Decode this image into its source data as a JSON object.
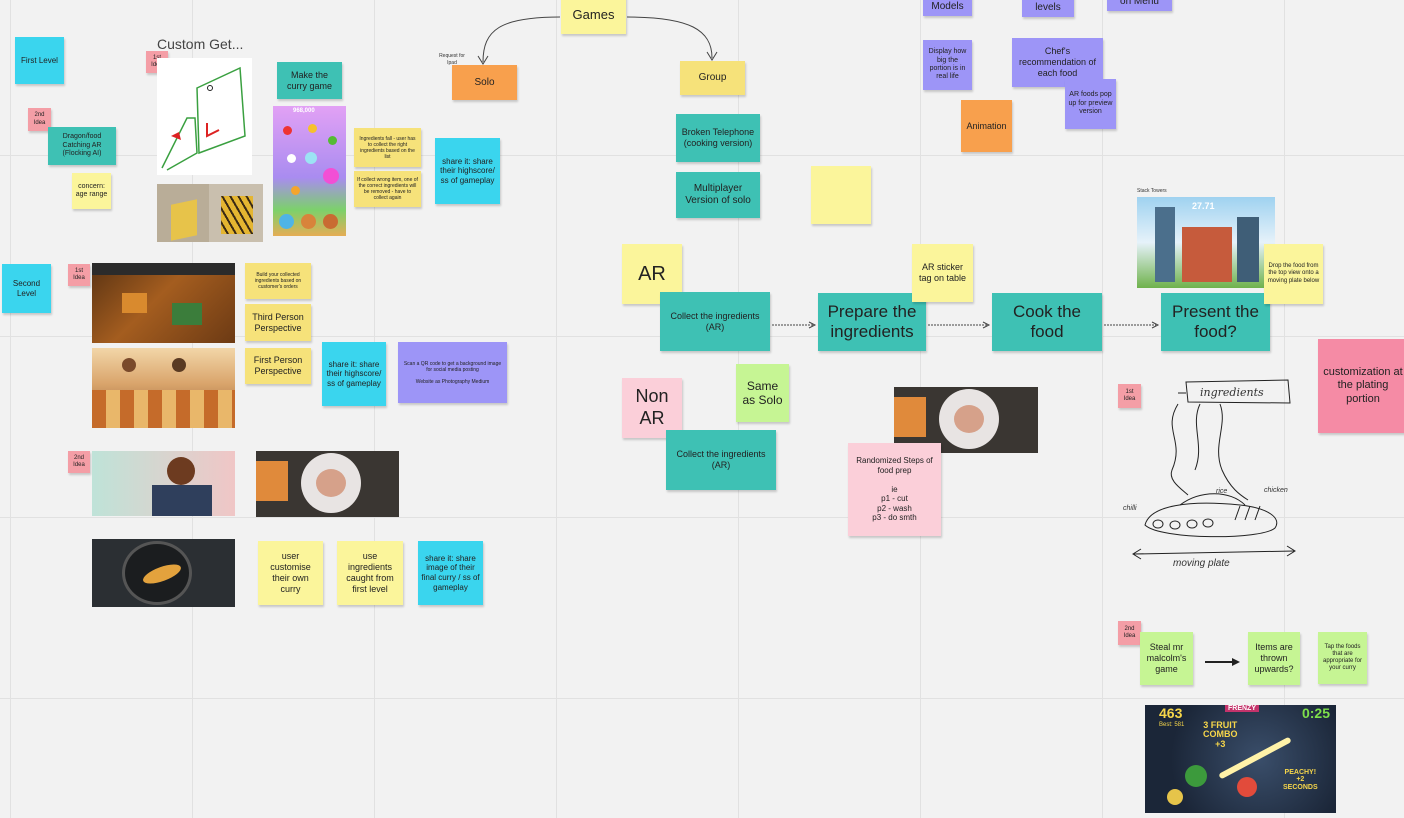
{
  "notes": {
    "games": "Games",
    "solo": "Solo",
    "group": "Group",
    "request_ipad": "Request for Ipad",
    "first_level": "First Level",
    "second_level": "Second Level",
    "idea2_a": "2nd Idea",
    "dragon": "Dragon/food Catching AR (Flocking AI)",
    "concern": "concern: age range",
    "custom_title": "Custom Get...",
    "idea1_a": "1st Idea",
    "make_curry": "Make the curry game",
    "ingredients_fall": "Ingredients fall - user has to collect the right ingredients based on the list",
    "collect_wrong": "If collect wrong item, one of the correct ingredients will be removed - have to collect again",
    "share1": "share it: share their highscore/ ss of gameplay",
    "broken": "Broken Telephone (cooking version)",
    "multiplayer": "Multiplayer Version of solo",
    "idea1_b": "1st Idea",
    "build_collected": "Build your collected ingredients based on customer's orders",
    "third_person": "Third Person Perspective",
    "first_person": "First Person Perspective",
    "share2": "share it: share their highscore/ ss of gameplay",
    "scan_qr": "Scan a QR code to get a background image for social media posting\n\nWebsite as Photography Medium",
    "idea2_b": "2nd Idea",
    "user_customise": "user customise their own curry",
    "use_ingredients": "use ingredients caught from first level",
    "share3": "share it: share image of their final curry / ss of gameplay",
    "ar": "AR",
    "collect_ar": "Collect the ingredients (AR)",
    "prepare": "Prepare the ingredients",
    "cook": "Cook the food",
    "present": "Present the food?",
    "ar_sticker": "AR sticker tag on table",
    "non_ar": "Non AR",
    "same_solo": "Same as Solo",
    "collect_ar2": "Collect the ingredients (AR)",
    "randomized": "Randomized Steps of food prep\n\nie\np1 - cut\np2 - wash\np3 - do smth",
    "models": "Models",
    "levels": "levels",
    "on_menu": "on Menu",
    "display_portion": "Display how big the portion is in real life",
    "chef_rec": "Chef's recommendation of each food",
    "ar_foods": "AR foods pop up for preview version",
    "animation": "Animation",
    "stack_towers": "Stack Towers",
    "drop_food": "Drop the food from the top view onto a moving plate below",
    "customization": "customization at the plating portion",
    "idea1_c": "1st Idea",
    "idea2_c": "2nd Idea",
    "steal": "Steal mr malcolm's game",
    "items_thrown": "Items are thrown upwards?",
    "tap_foods": "Tap the foods that are appropriate for your curry"
  },
  "sketch": {
    "ingredients": "ingredients",
    "chilli": "chilli",
    "rice": "rice",
    "chicken": "chicken",
    "moving_plate": "moving plate"
  },
  "game_hud": {
    "score": "463",
    "best": "Best: 581",
    "frenzy": "FRENZY",
    "timer": "0:25",
    "combo": "3 FRUIT\nCOMBO\n+3",
    "peachy": "PEACHY!\n+2\nSECONDS",
    "stack_timer": "27.71",
    "curry_score": "968,000"
  },
  "colors": {
    "yellow": "#f6e27a",
    "light_yellow": "#fbf59b",
    "orange": "#f8a04d",
    "teal": "#3ec1b4",
    "cyan": "#3ad5ee",
    "purple": "#9d95f7",
    "green": "#c6f594",
    "pink": "#fbcfd9",
    "hot_pink": "#f58ba5",
    "idea_red": "#f49ea6"
  }
}
